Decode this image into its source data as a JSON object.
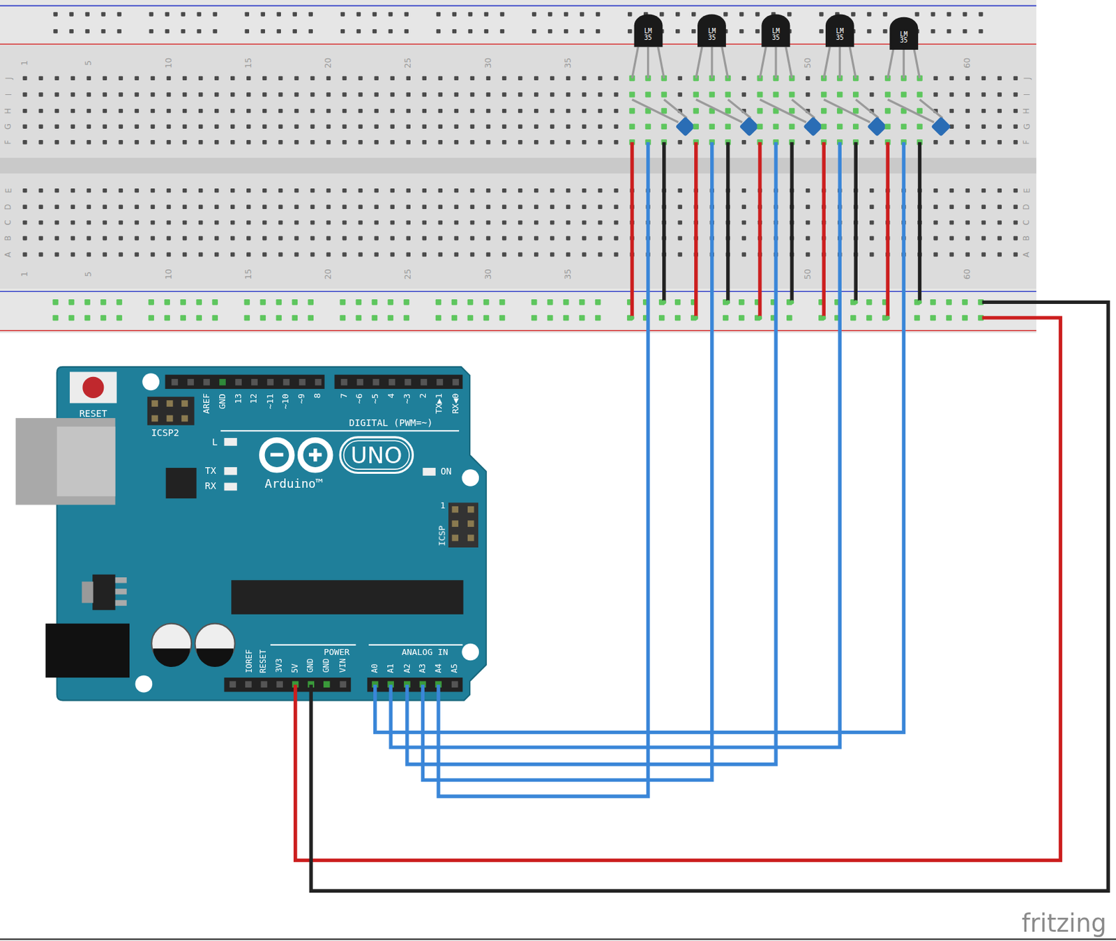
{
  "diagram": {
    "nodes": [
      {
        "text": [
          "LM 35"
        ]
      },
      {
        "text": [
          "LM 35"
        ]
      },
      {
        "text": [
          "LM 35"
        ]
      },
      {
        "text": [
          "LM 35"
        ]
      },
      {
        "text": [
          "LM 35"
        ]
      }
    ],
    "labels": [
      "1",
      "5",
      "10",
      "15",
      "20",
      "25",
      "30",
      "35",
      "50",
      "60",
      "J",
      "I",
      "H",
      "G",
      "F",
      "J",
      "I",
      "H",
      "G",
      "F",
      "E",
      "D",
      "C",
      "B",
      "A",
      "E",
      "D",
      "C",
      "B",
      "A",
      "1",
      "5",
      "10",
      "15",
      "20",
      "25",
      "30",
      "35",
      "50",
      "60",
      "RESET",
      "ICSP2",
      "AREF",
      "GND",
      "13",
      "12",
      "~11",
      "~10",
      "~9",
      "8",
      "7",
      "~6",
      "~5",
      "4",
      "~3",
      "2",
      "TX▶1",
      "RX◀0",
      "DIGITAL (PWM=~)",
      "L",
      "TX",
      "RX",
      "UNO",
      "Arduino™",
      "ON",
      "1",
      "ICSP",
      "IOREF",
      "RESET",
      "3V3",
      "5V",
      "GND",
      "GND",
      "VIN",
      "POWER",
      "ANALOG IN",
      "A0",
      "A1",
      "A2",
      "A3",
      "A4",
      "A5",
      "fritzing"
    ]
  }
}
